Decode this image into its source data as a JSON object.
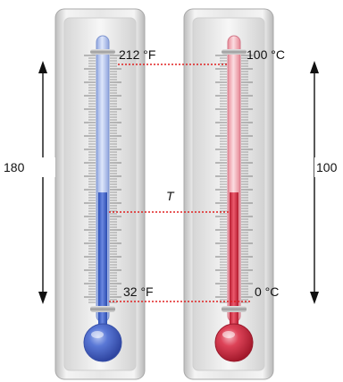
{
  "fahrenheit": {
    "top_label": "212 °F",
    "bottom_label": "32 °F",
    "range_label": "180",
    "fill_level": 0.46,
    "color": "#3f63c9"
  },
  "celsius": {
    "top_label": "100 °C",
    "bottom_label": "0 °C",
    "range_label": "100",
    "fill_level": 0.46,
    "color": "#d2283e"
  },
  "temperature_label": "T",
  "connector_color": "#e02020"
}
